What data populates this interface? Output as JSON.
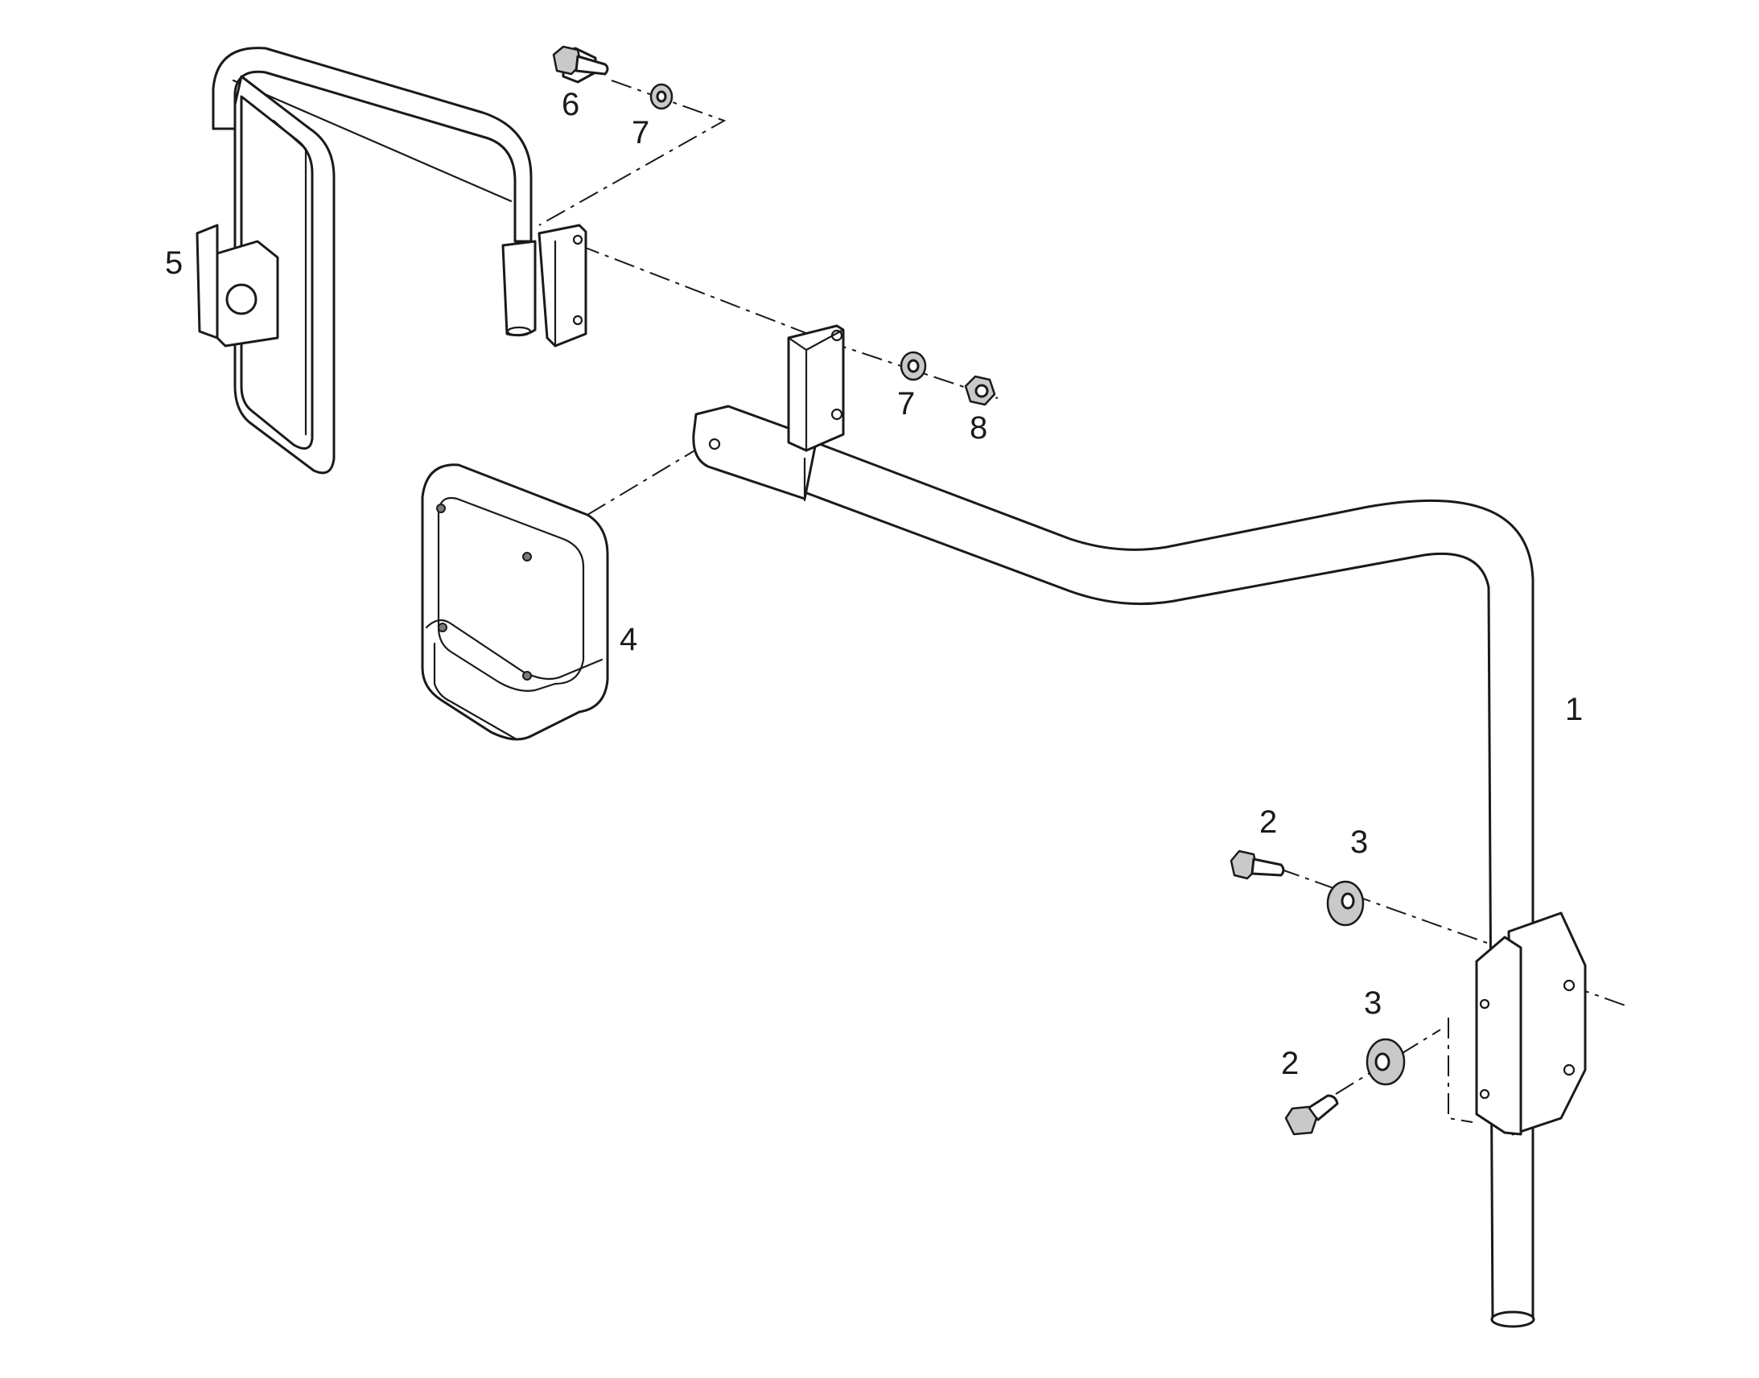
{
  "diagram": {
    "callouts": [
      {
        "id": "c1",
        "label": "1"
      },
      {
        "id": "c2a",
        "label": "2"
      },
      {
        "id": "c2b",
        "label": "2"
      },
      {
        "id": "c3a",
        "label": "3"
      },
      {
        "id": "c3b",
        "label": "3"
      },
      {
        "id": "c4",
        "label": "4"
      },
      {
        "id": "c5",
        "label": "5"
      },
      {
        "id": "c6",
        "label": "6"
      },
      {
        "id": "c7a",
        "label": "7"
      },
      {
        "id": "c7b",
        "label": "7"
      },
      {
        "id": "c8",
        "label": "8"
      }
    ]
  }
}
